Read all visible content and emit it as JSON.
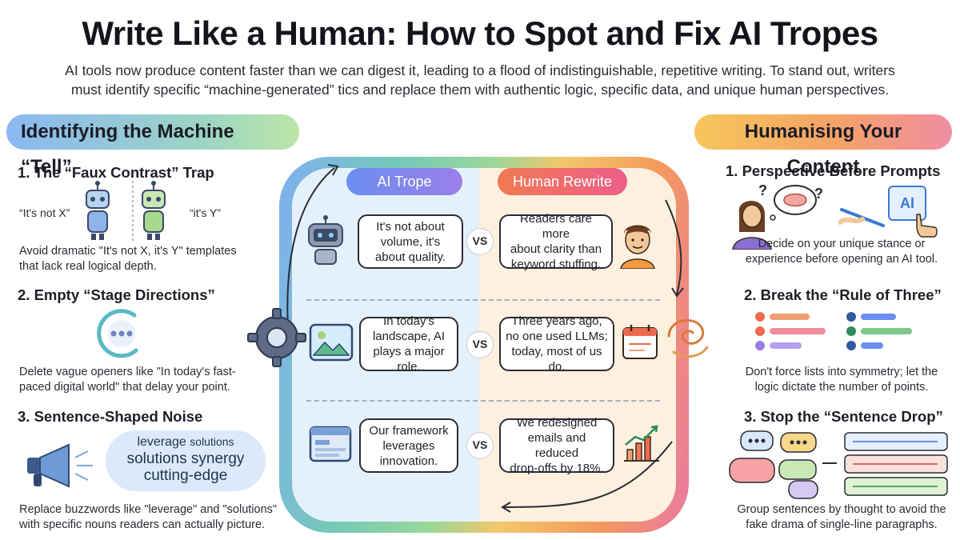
{
  "header": {
    "title": "Write Like a Human: How to Spot and Fix AI Tropes",
    "intro_line1": "AI tools now produce content faster than we can digest it, leading to a flood of indistinguishable, repetitive writing. To stand out, writers",
    "intro_line2": "must identify specific “machine-generated” tics and replace them with authentic logic, specific data, and unique human perspectives."
  },
  "left": {
    "heading": "Identifying the Machine “Tell”",
    "items": [
      {
        "title": "1. The “Faux Contrast” Trap",
        "quote_a": "“It's not X”",
        "quote_b": "“it's Y”",
        "desc_line1": "Avoid dramatic \"It's not X, it's Y\" templates",
        "desc_line2": "that lack real logical depth.",
        "icon": "robot-split-icon"
      },
      {
        "title": "2. Empty “Stage Directions”",
        "desc_line1": "Delete vague openers like \"In today's fast-",
        "desc_line2": "paced digital world\" that delay your point.",
        "icon": "loading-dots-icon"
      },
      {
        "title": "3. Sentence-Shaped Noise",
        "cloud_line1_a": "leverage",
        "cloud_line1_b": "solutions",
        "cloud_line2_a": "solutions",
        "cloud_line2_b": "synergy",
        "cloud_line3": "cutting-edge",
        "desc_line1": "Replace buzzwords like \"leverage\" and \"solutions\"",
        "desc_line2": "with specific nouns readers can actually picture.",
        "icon": "megaphone-icon"
      }
    ]
  },
  "center": {
    "ai_label": "AI Trope",
    "human_label": "Human Rewrite",
    "vs_label": "VS",
    "rows": [
      {
        "ai_line1": "It's not about",
        "ai_line2": "volume, it's",
        "ai_line3": "about quality.",
        "human_line1": "Readers care more",
        "human_line2": "about clarity than",
        "human_line3": "keyword stuffing.",
        "ai_icon": "robot-icon",
        "human_icon": "person-icon"
      },
      {
        "ai_line1": "In today's",
        "ai_line2": "landscape, AI",
        "ai_line3": "plays a major role.",
        "human_line1": "Three years ago,",
        "human_line2": "no one used LLMs;",
        "human_line3": "today, most of us do.",
        "ai_icon": "image-icon",
        "human_icon": "calendar-icon"
      },
      {
        "ai_line1": "Our framework",
        "ai_line2": "leverages",
        "ai_line3": "innovation.",
        "human_line1": "We redesigned",
        "human_line2": "emails and reduced",
        "human_line3": "drop-offs by 18%.",
        "ai_icon": "browser-window-icon",
        "human_icon": "bar-chart-icon"
      }
    ]
  },
  "right": {
    "heading": "Humanising Your Content",
    "items": [
      {
        "title": "1. Perspective Before Prompts",
        "ai_badge": "AI",
        "desc_line1": "Decide on your unique stance or",
        "desc_line2": "experience before opening an AI tool.",
        "icon": "thinking-person-icon"
      },
      {
        "title": "2. Break the “Rule of Three”",
        "desc_line1": "Don't force lists into symmetry; let the",
        "desc_line2": "logic dictate the number of points.",
        "icon": "uneven-list-icon"
      },
      {
        "title": "3. Stop the “Sentence Drop”",
        "desc_line1": "Group sentences by thought to avoid the",
        "desc_line2": "fake drama of single-line paragraphs.",
        "icon": "chat-grouping-icon"
      }
    ]
  },
  "colors": {
    "ai_blue": "#6b8ff0",
    "human_orange": "#f07a52",
    "text_dark": "#1e1e28"
  }
}
